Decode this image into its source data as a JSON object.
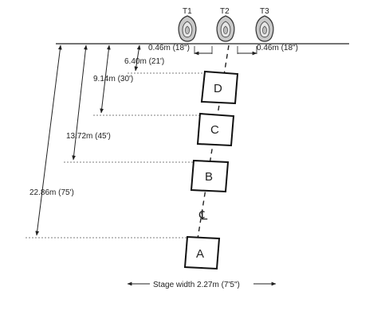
{
  "targets": [
    {
      "label": "T1"
    },
    {
      "label": "T2"
    },
    {
      "label": "T3"
    }
  ],
  "target_spacing": {
    "left": "0.46m (18\")",
    "right": "0.46m (18\")"
  },
  "distances": [
    {
      "label": "6.40m (21')"
    },
    {
      "label": "9.14m (30')"
    },
    {
      "label": "13.72m (45')"
    },
    {
      "label": "22.86m (75')"
    }
  ],
  "positions": [
    {
      "label": "D"
    },
    {
      "label": "C"
    },
    {
      "label": "B"
    },
    {
      "label": "A"
    }
  ],
  "centerline_symbol": "℄",
  "stage_width": "Stage width 2.27m (7'5\")"
}
